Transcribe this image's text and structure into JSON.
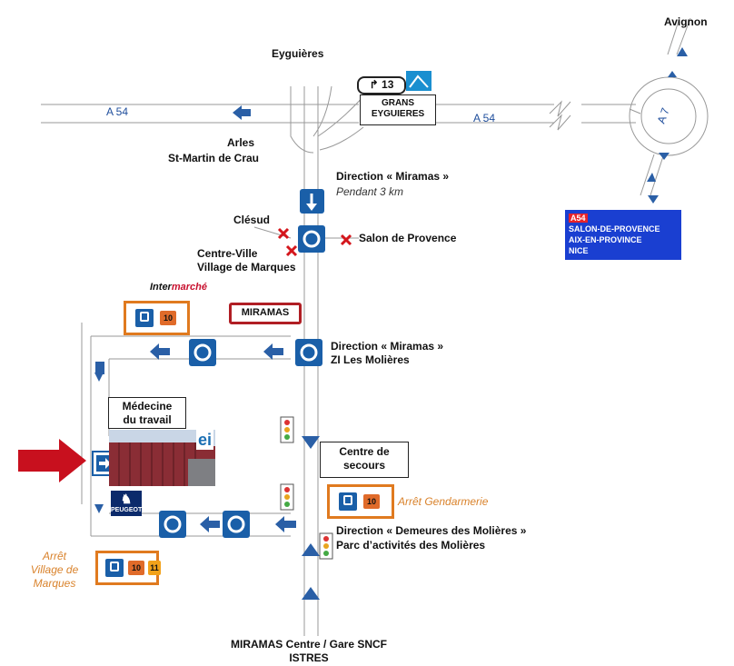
{
  "labels": {
    "avignon": "Avignon",
    "eyguieres": "Eyguières",
    "a54_left": "A 54",
    "a54_right": "A 54",
    "a7": "A 7",
    "arles": "Arles",
    "st_martin": "St-Martin de Crau",
    "exit_number": "13",
    "grans": "GRANS",
    "eyguieres_exit": "EYGUIERES",
    "dir_miramas": "Direction « Miramas »",
    "pendant": "Pendant 3 km",
    "clesud": "Clésud",
    "salon": "Salon de Provence",
    "centre_ville": "Centre-Ville",
    "village_marques": "Village de Marques",
    "dir_miramas_zi": "Direction « Miramas »",
    "zi": "ZI Les Molières",
    "medecine1": "Médecine",
    "medecine2": "du travail",
    "centre_secours1": "Centre de",
    "centre_secours2": "secours",
    "arret_gendarmerie": "Arrêt Gendarmerie",
    "dir_demeures": "Direction « Demeures des Molières »",
    "parc": "Parc d’activités des Molières",
    "arret1": "Arrêt",
    "arret2": "Village de",
    "arret3": "Marques",
    "miramas_centre": "MIRAMAS Centre / Gare SNCF",
    "istres": "ISTRES",
    "miramas_sign": "MIRAMAS",
    "intermarche_a": "Inter",
    "intermarche_b": "marché",
    "peugeot": "PEUGEOT",
    "eiffage_logo": "ei"
  },
  "motorway_sign": {
    "tag": "A54",
    "line1": "SALON-DE-PROVENCE",
    "line2": "AIX-EN-PROVINCE",
    "line3": "NICE"
  },
  "bus_lines": {
    "intermarche": [
      "10"
    ],
    "gendarmerie": [
      "10"
    ],
    "village": [
      "10",
      "11"
    ]
  },
  "colors": {
    "road_sign_blue": "#1a5fa8",
    "arrow_blue": "#2a5fa6",
    "stop_orange": "#e07a1f",
    "red_arrow": "#c8101e",
    "motorway_blue": "#1a3fd1"
  }
}
